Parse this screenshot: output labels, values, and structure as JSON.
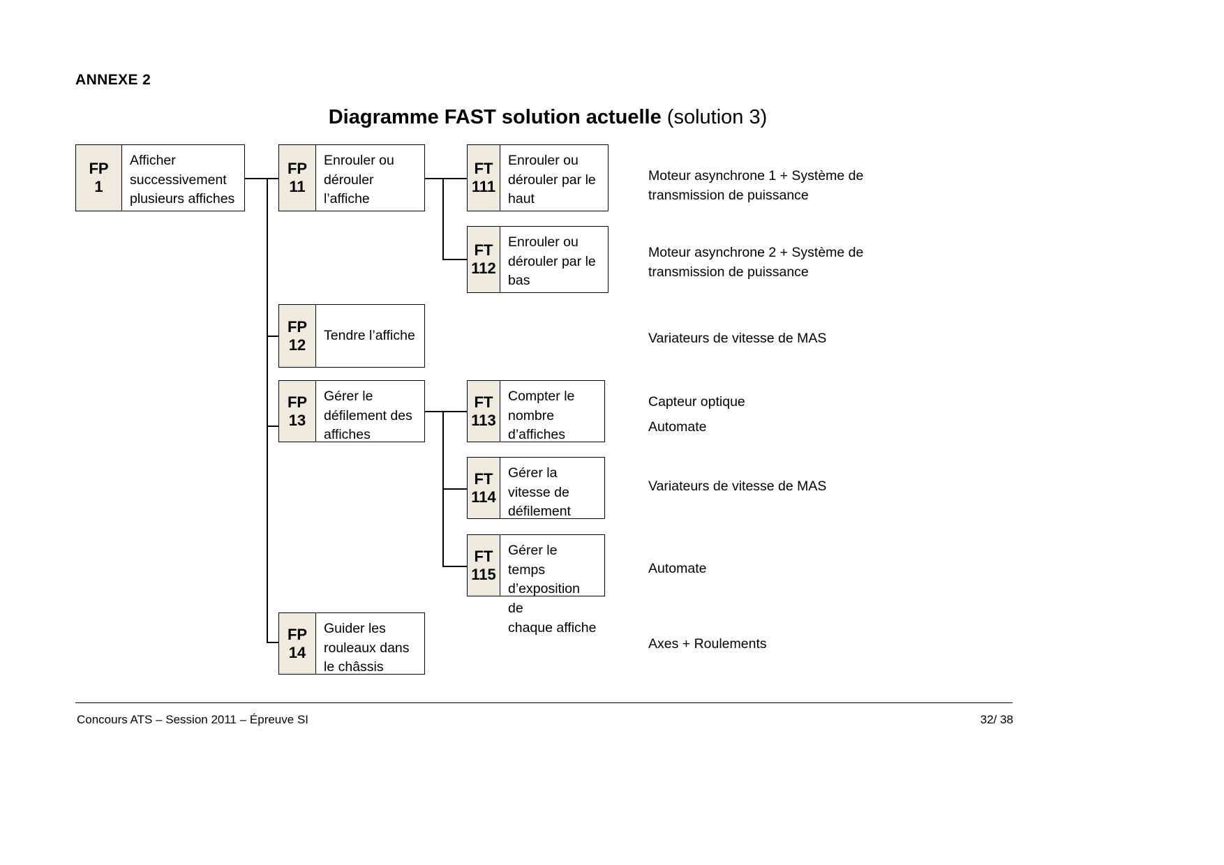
{
  "page": {
    "annexe_label": "ANNEXE 2",
    "title_bold": "Diagramme FAST solution actuelle",
    "title_normal": " (solution 3)",
    "footer_left": "Concours ATS – Session 2011 – Épreuve SI",
    "footer_right": "32/ 38"
  },
  "colors": {
    "code_cell_fill": "#EDEBDE",
    "box_border": "#000000",
    "page_background": "#FFFFFF",
    "text": "#000000"
  },
  "diagram": {
    "type": "FAST function analysis tree",
    "boxes": [
      {
        "id": "fp1",
        "code_top": "FP",
        "code_bottom": "1",
        "label": "Afficher\nsuccessivement\nplusieurs affiches",
        "level": 1
      },
      {
        "id": "fp11",
        "code_top": "FP",
        "code_bottom": "11",
        "label": "Enrouler ou\ndérouler\nl’affiche",
        "level": 2
      },
      {
        "id": "fp12",
        "code_top": "FP",
        "code_bottom": "12",
        "label": "Tendre l’affiche",
        "level": 2
      },
      {
        "id": "fp13",
        "code_top": "FP",
        "code_bottom": "13",
        "label": "Gérer le\ndéfilement des\naffiches",
        "level": 2
      },
      {
        "id": "fp14",
        "code_top": "FP",
        "code_bottom": "14",
        "label": "Guider les\nrouleaux dans\nle châssis",
        "level": 2
      },
      {
        "id": "ft111",
        "code_top": "FT",
        "code_bottom": "111",
        "label": "Enrouler ou\ndérouler par le\nhaut",
        "level": 3
      },
      {
        "id": "ft112",
        "code_top": "FT",
        "code_bottom": "112",
        "label": "Enrouler ou\ndérouler par le\nbas",
        "level": 3
      },
      {
        "id": "ft113",
        "code_top": "FT",
        "code_bottom": "113",
        "label": "Compter le\nnombre\nd’affiches",
        "level": 3
      },
      {
        "id": "ft114",
        "code_top": "FT",
        "code_bottom": "114",
        "label": "Gérer la\nvitesse de\ndéfilement",
        "level": 3
      },
      {
        "id": "ft115",
        "code_top": "FT",
        "code_bottom": "115",
        "label": "Gérer le temps\nd’exposition de\nchaque affiche",
        "level": 3
      }
    ],
    "notes": [
      {
        "id": "note-ft111",
        "for": "ft111",
        "text": "Moteur asynchrone 1 + Système de\ntransmission de puissance"
      },
      {
        "id": "note-ft112",
        "for": "ft112",
        "text": "Moteur asynchrone 2 + Système de\ntransmission de puissance"
      },
      {
        "id": "note-fp12",
        "for": "fp12",
        "text": "Variateurs de vitesse de MAS"
      },
      {
        "id": "note-ft113a",
        "for": "ft113",
        "text": "Capteur optique"
      },
      {
        "id": "note-ft113b",
        "for": "ft113",
        "text": "Automate"
      },
      {
        "id": "note-ft114",
        "for": "ft114",
        "text": "Variateurs de vitesse de MAS"
      },
      {
        "id": "note-ft115",
        "for": "ft115",
        "text": "Automate"
      },
      {
        "id": "note-fp14",
        "for": "fp14",
        "text": "Axes + Roulements"
      }
    ],
    "links": [
      {
        "from": "fp1",
        "to": [
          "fp11",
          "fp12",
          "fp13",
          "fp14"
        ]
      },
      {
        "from": "fp11",
        "to": [
          "ft111",
          "ft112"
        ]
      },
      {
        "from": "fp13",
        "to": [
          "ft113",
          "ft114",
          "ft115"
        ]
      }
    ]
  }
}
